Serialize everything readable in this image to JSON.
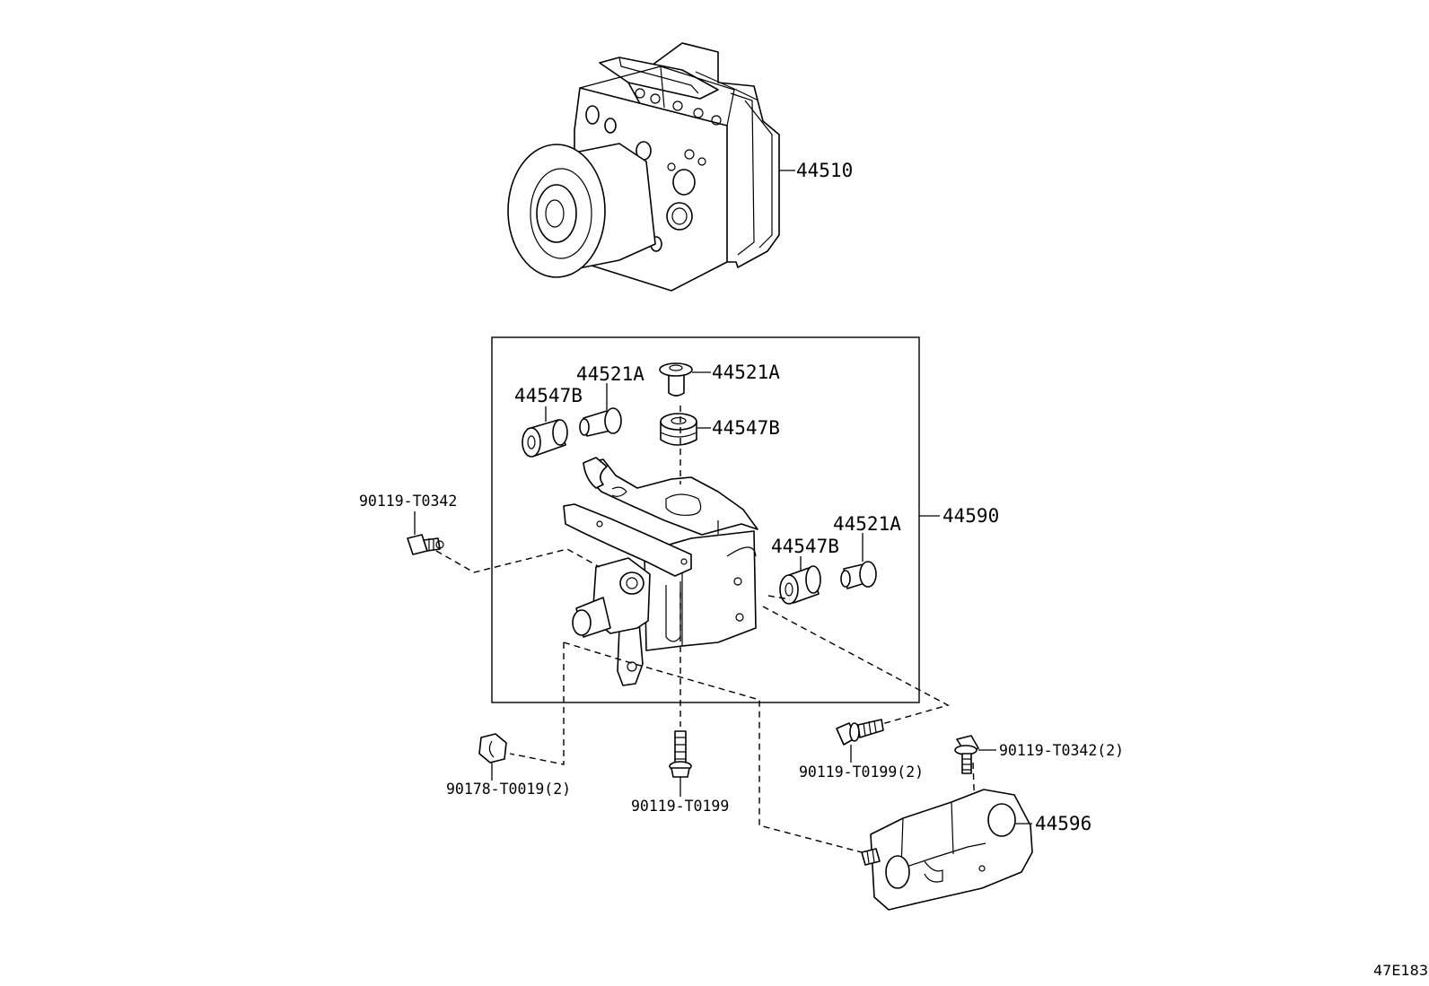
{
  "labels": {
    "p44510": "44510",
    "p44590": "44590",
    "p44521a_top": "44521A",
    "p44521a_left": "44521A",
    "p44521a_right": "44521A",
    "p44547b_left": "44547B",
    "p44547b_top": "44547B",
    "p44547b_right": "44547B",
    "p90119_t0342": "90119-T0342",
    "p90119_t0342_2": "90119-T0342(2)",
    "p90119_t0199": "90119-T0199",
    "p90119_t0199_2": "90119-T0199(2)",
    "p90178_t0019_2": "90178-T0019(2)",
    "p44596": "44596"
  },
  "diagram_code": "47E183"
}
